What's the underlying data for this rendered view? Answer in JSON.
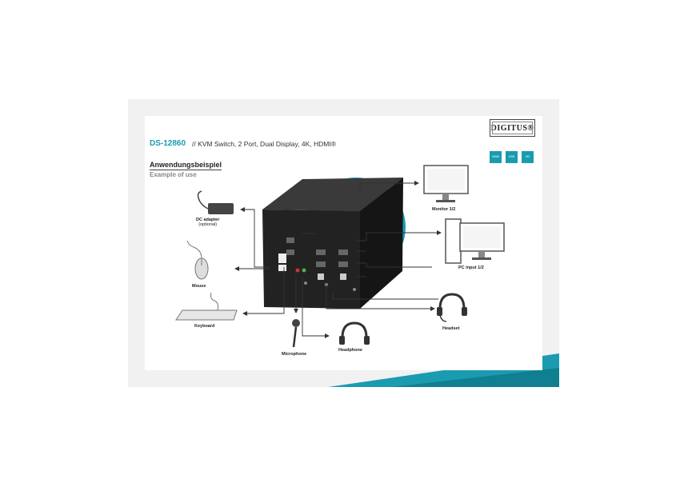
{
  "header": {
    "sku": "DS-12860",
    "separator": "//",
    "description": "KVM Switch, 2 Port, Dual Display, 4K, HDMI®",
    "logo": "DIGITUS®"
  },
  "section": {
    "heading": "Anwendungsbeispiel",
    "subheading": "Example of use"
  },
  "badges": [
    {
      "icon": "hdmi-icon",
      "text": "HDMI"
    },
    {
      "icon": "usb-icon",
      "text": "USB"
    },
    {
      "icon": "hd-icon",
      "text": "HD"
    }
  ],
  "devices": {
    "dc_adapter": "DC adapter",
    "dc_adapter_note": "(optional)",
    "mouse": "Mouse",
    "keyboard": "Keyboard",
    "microphone": "Microphone",
    "headphone": "Headphone",
    "headset": "Headset",
    "monitor": "Monitor 1/2",
    "pc": "PC input 1/2"
  },
  "colors": {
    "accent": "#1a9bb0",
    "device_body": "#2b2b2b",
    "background_band": "#f1f1f1"
  }
}
